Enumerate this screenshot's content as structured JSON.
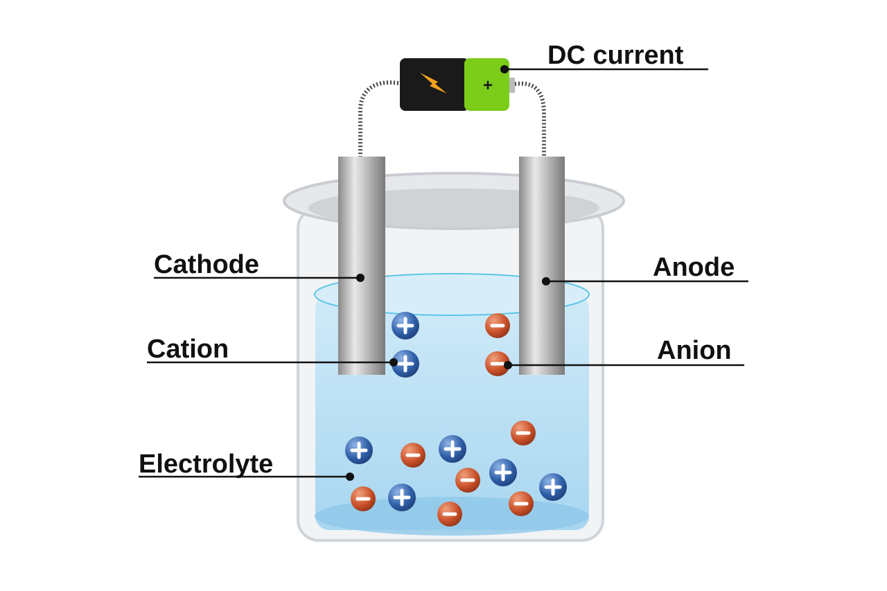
{
  "labels": {
    "dc_current": "DC current",
    "cathode": "Cathode",
    "anode": "Anode",
    "cation": "Cation",
    "anion": "Anion",
    "electrolyte": "Electrolyte"
  },
  "battery": {
    "terminal_symbol": "+"
  },
  "colors": {
    "battery_body": "#1a1a1a",
    "battery_positive": "#7ccc1a",
    "bolt": "#f2a21c",
    "cation": "#2f5fa8",
    "anion": "#c8502a",
    "electrolyte": "#bfe3f5"
  }
}
